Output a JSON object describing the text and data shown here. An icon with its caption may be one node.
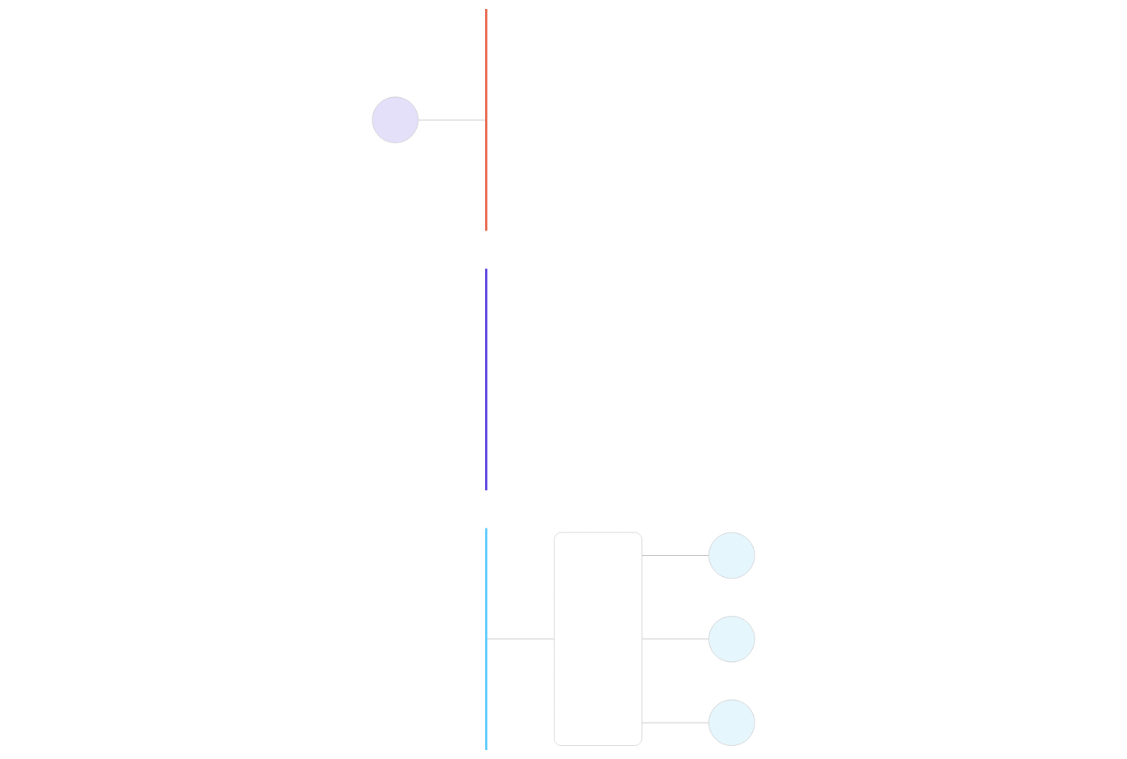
{
  "diagram": {
    "nodes": [
      {
        "text": [],
        "shape": "circle"
      },
      {
        "text": [],
        "shape": "bar"
      },
      {
        "text": [],
        "shape": "bar"
      },
      {
        "text": [],
        "shape": "bar"
      },
      {
        "text": [],
        "shape": "box"
      },
      {
        "text": [],
        "shape": "person"
      },
      {
        "text": [],
        "shape": "person"
      },
      {
        "text": [],
        "shape": "person"
      }
    ],
    "edges": [
      {
        "from": 0,
        "to": 1,
        "arrow": "none"
      },
      {
        "from": 3,
        "to": 4,
        "arrow": "none"
      },
      {
        "from": 4,
        "to": 5,
        "arrow": "none"
      },
      {
        "from": 4,
        "to": 6,
        "arrow": "none"
      },
      {
        "from": 4,
        "to": 7,
        "arrow": "none"
      }
    ]
  }
}
